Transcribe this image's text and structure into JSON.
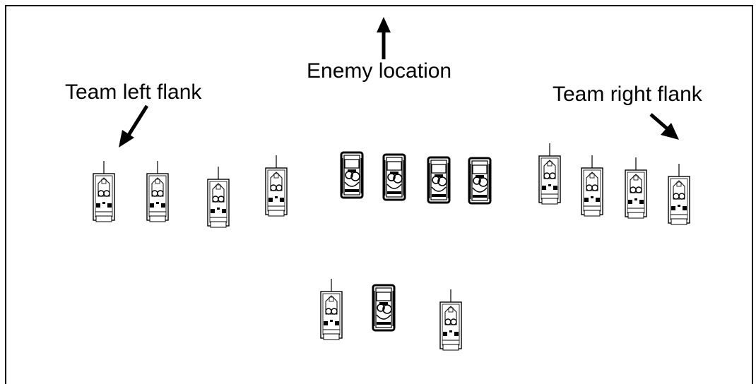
{
  "labels": {
    "enemy": "Enemy location",
    "left_flank": "Team left flank",
    "right_flank": "Team right flank"
  },
  "colors": {
    "ink": "#000000",
    "background": "#ffffff"
  },
  "units": {
    "front_row": [
      {
        "type": "light-tank",
        "side": "left"
      },
      {
        "type": "light-tank",
        "side": "left"
      },
      {
        "type": "light-tank",
        "side": "left"
      },
      {
        "type": "light-tank",
        "side": "left"
      },
      {
        "type": "dark-tank",
        "side": "center"
      },
      {
        "type": "dark-tank",
        "side": "center"
      },
      {
        "type": "dark-tank",
        "side": "center"
      },
      {
        "type": "dark-tank",
        "side": "center"
      },
      {
        "type": "light-tank",
        "side": "right"
      },
      {
        "type": "light-tank",
        "side": "right"
      },
      {
        "type": "light-tank",
        "side": "right"
      },
      {
        "type": "light-tank",
        "side": "right"
      }
    ],
    "rear_row": [
      {
        "type": "light-tank",
        "side": "rear"
      },
      {
        "type": "dark-tank",
        "side": "rear"
      },
      {
        "type": "light-tank",
        "side": "rear"
      }
    ]
  }
}
